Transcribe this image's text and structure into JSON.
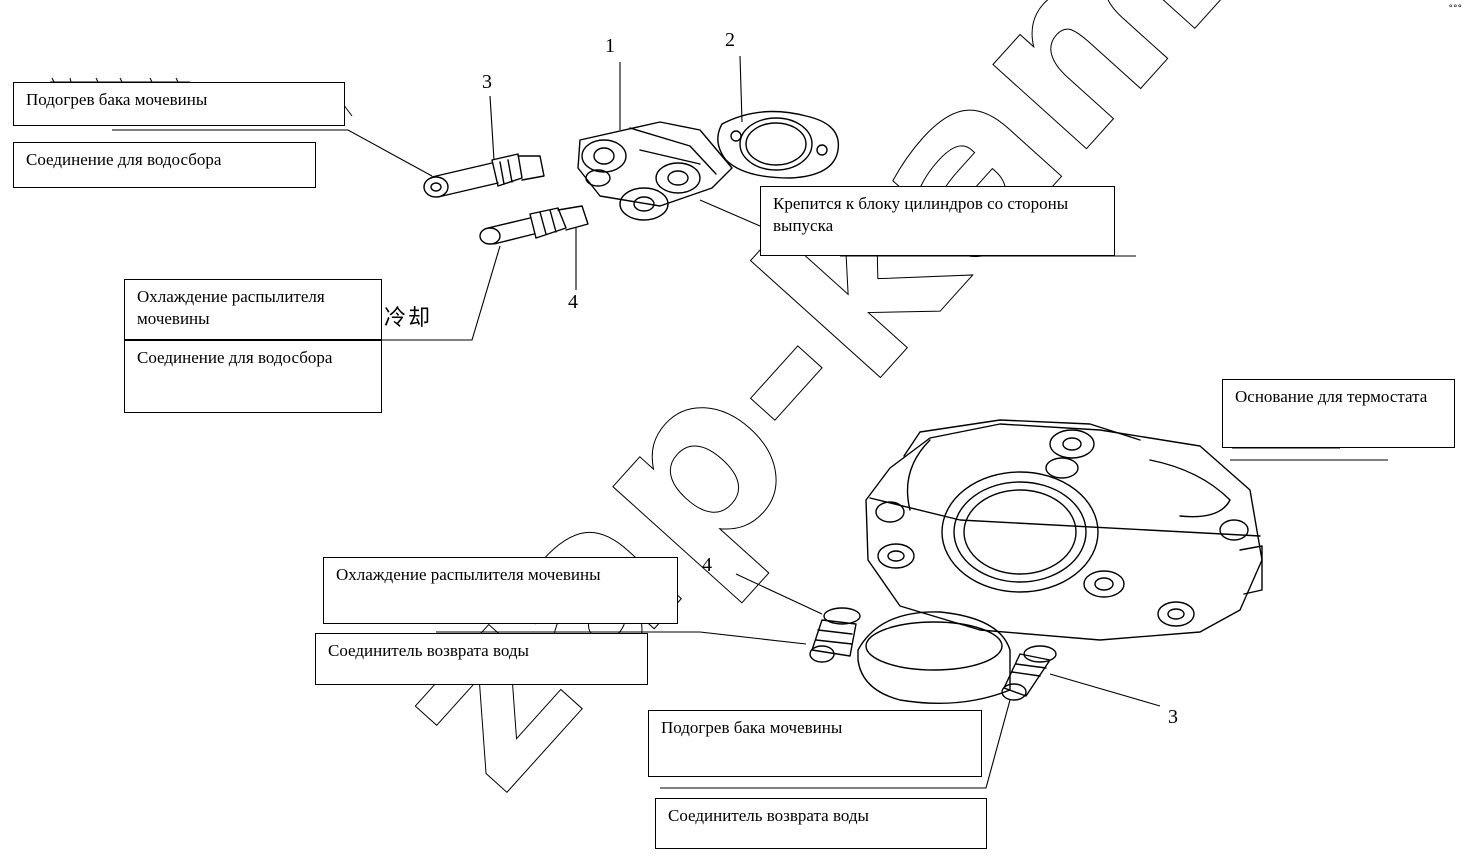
{
  "watermark": "zap-kam.ru",
  "corner_mark": "°°°",
  "callouts": {
    "urea_tank_heating_top": "Подогрев бака мочевины",
    "water_collector_connection_top": "Соединение для водосбора",
    "cylinder_block_mount": "Крепится к блоку цилиндров со стороны выпуска",
    "urea_injector_cooling_left": "Охлаждение распылителя мочевины",
    "water_collector_connection_left": "Соединение для водосбора",
    "thermostat_base": "Основание для термостата",
    "urea_injector_cooling_bottom": "Охлаждение распылителя мочевины",
    "water_return_connector_left": "Соединитель возврата воды",
    "urea_tank_heating_bottom": "Подогрев бака мочевины",
    "water_return_connector_bottom": "Соединитель возврата воды"
  },
  "part_numbers": {
    "n1": "1",
    "n2": "2",
    "n3_top": "3",
    "n4_top": "4",
    "n4_bottom": "4",
    "n3_bottom": "3"
  },
  "cjk_fragment": "冷却"
}
